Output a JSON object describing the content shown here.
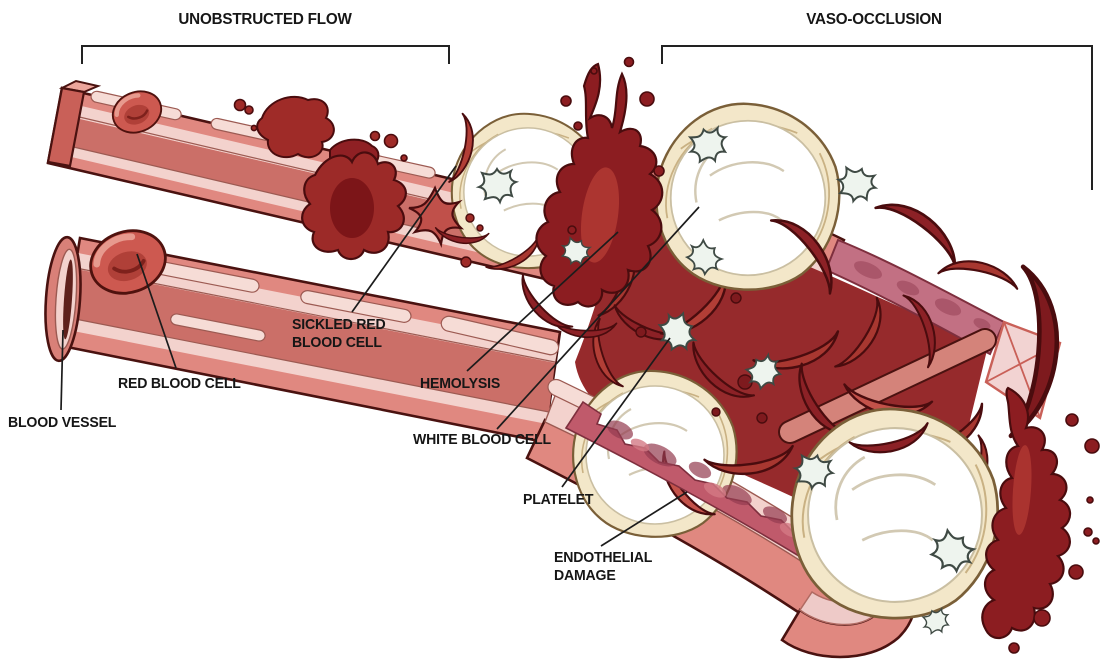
{
  "figure": {
    "type": "medical-illustration",
    "subject": "Sickle cell disease: unobstructed flow vs vaso-occlusion in a blood vessel",
    "sections": [
      {
        "id": "unobstructed-flow",
        "label": "UNOBSTRUCTED FLOW"
      },
      {
        "id": "vaso-occlusion",
        "label": "VASO-OCCLUSION"
      }
    ],
    "labels": {
      "blood_vessel": "BLOOD VESSEL",
      "red_blood_cell": "RED BLOOD CELL",
      "sickled_red_blood_cell": "SICKLED RED BLOOD CELL",
      "hemolysis": "HEMOLYSIS",
      "white_blood_cell": "WHITE BLOOD CELL",
      "platelet": "PLATELET",
      "endothelial_damage": "ENDOTHELIAL DAMAGE"
    },
    "colors": {
      "background": "#ffffff",
      "text": "#161616",
      "leader_line": "#1c1c1c",
      "vessel_wall": "#e08880",
      "vessel_wall_shadow": "#c96058",
      "endothelium": "#f3d2cd",
      "endothelium_outline": "#9c5a52",
      "lumen": "#cb6f68",
      "occlusion_lumen": "#962a2c",
      "red_blood_cell": "#cd5950",
      "red_blood_cell_core": "#b04038",
      "sickle_cell_bright": "#c4524a",
      "sickle_cell_mid": "#a83730",
      "sickle_cell_dark": "#8c2126",
      "blood_splash": "#8c1d21",
      "outline_dark": "#4a0c0e",
      "white_blood_cell": "#ffffff",
      "wbc_halo": "#f3e7c9",
      "platelet_fill": "#eef4ee",
      "platelet_outline": "#3f4a44",
      "endothelial_damage_band": "#c05a6b",
      "damage_mottle": "#943c50"
    }
  }
}
